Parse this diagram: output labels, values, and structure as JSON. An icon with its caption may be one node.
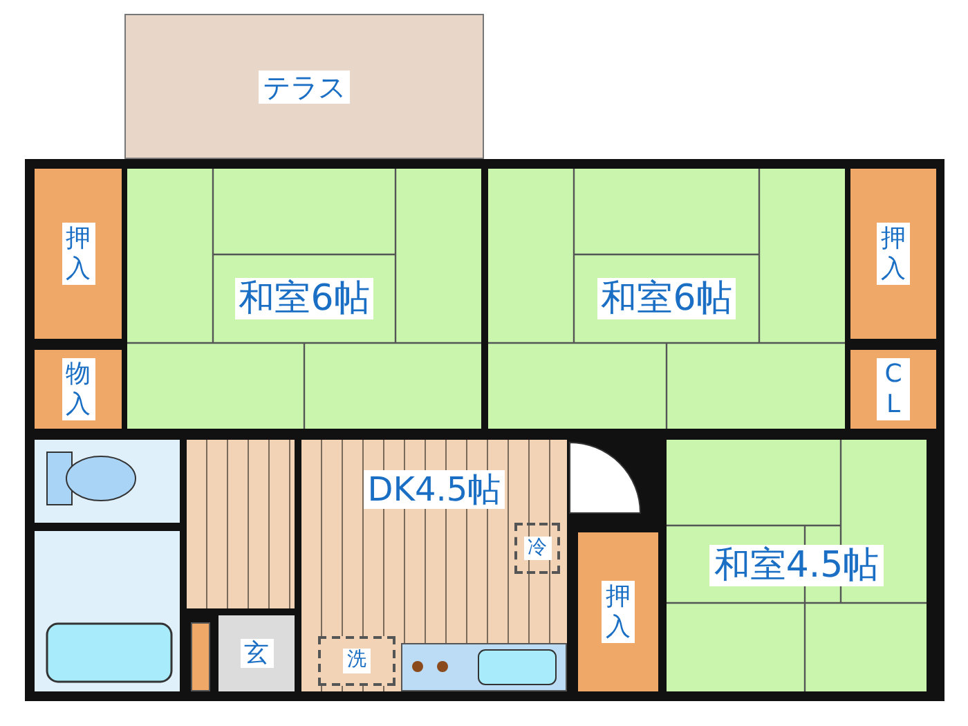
{
  "diagram": {
    "nodes": [
      {
        "text": [
          "テラス"
        ]
      },
      {
        "text": [
          "押入"
        ]
      },
      {
        "text": [
          "和室6帖"
        ]
      },
      {
        "text": [
          "和室6帖"
        ]
      },
      {
        "text": [
          "押入"
        ]
      },
      {
        "text": [
          "物入"
        ]
      },
      {
        "text": [
          "CL"
        ]
      },
      {
        "text": [
          "DK4.5帖"
        ]
      },
      {
        "text": [
          "冷"
        ],
        "in": 7
      },
      {
        "text": [
          "和室4.5帖"
        ]
      },
      {
        "text": [
          "押入"
        ]
      },
      {
        "text": [
          "玄"
        ]
      },
      {
        "text": [
          "洗"
        ],
        "in": 7
      },
      {
        "text": [],
        "shape": "box"
      }
    ]
  }
}
